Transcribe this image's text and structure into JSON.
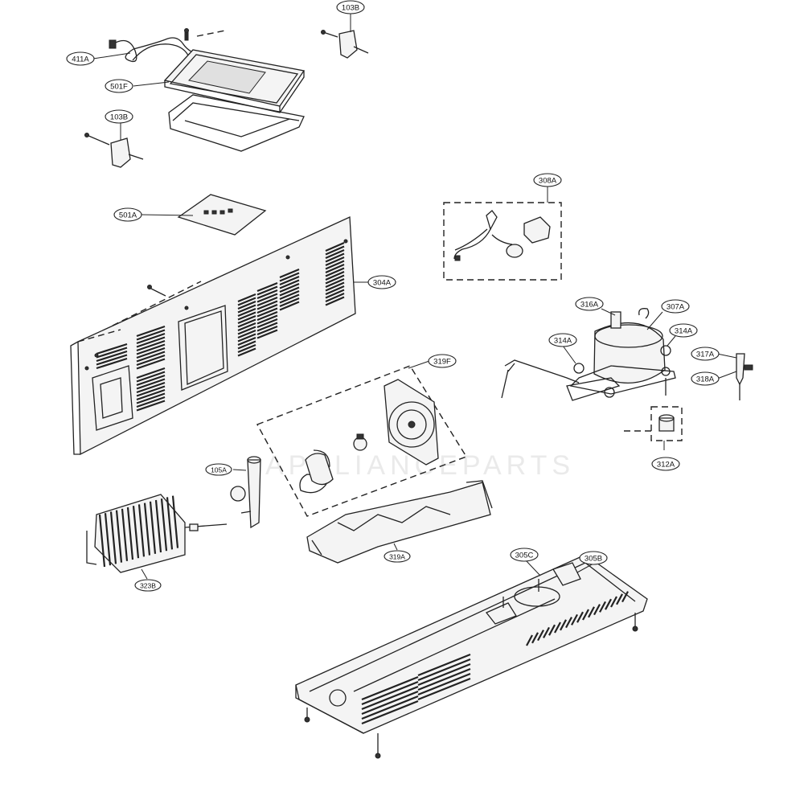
{
  "watermark": "APPLIANCEPARTS",
  "callouts": [
    {
      "id": "411A",
      "label": "411A"
    },
    {
      "id": "501F",
      "label": "501F"
    },
    {
      "id": "103B-top",
      "label": "103B"
    },
    {
      "id": "103B-left",
      "label": "103B"
    },
    {
      "id": "501A",
      "label": "501A"
    },
    {
      "id": "308A",
      "label": "308A"
    },
    {
      "id": "304A",
      "label": "304A"
    },
    {
      "id": "316A",
      "label": "316A"
    },
    {
      "id": "307A",
      "label": "307A"
    },
    {
      "id": "314A-left",
      "label": "314A"
    },
    {
      "id": "314A-right",
      "label": "314A"
    },
    {
      "id": "317A",
      "label": "317A"
    },
    {
      "id": "318A",
      "label": "318A"
    },
    {
      "id": "319F",
      "label": "319F"
    },
    {
      "id": "312A",
      "label": "312A"
    },
    {
      "id": "105A",
      "label": "105A"
    },
    {
      "id": "319A",
      "label": "319A"
    },
    {
      "id": "323B",
      "label": "323B"
    },
    {
      "id": "305C",
      "label": "305C"
    },
    {
      "id": "305B",
      "label": "305B"
    }
  ]
}
